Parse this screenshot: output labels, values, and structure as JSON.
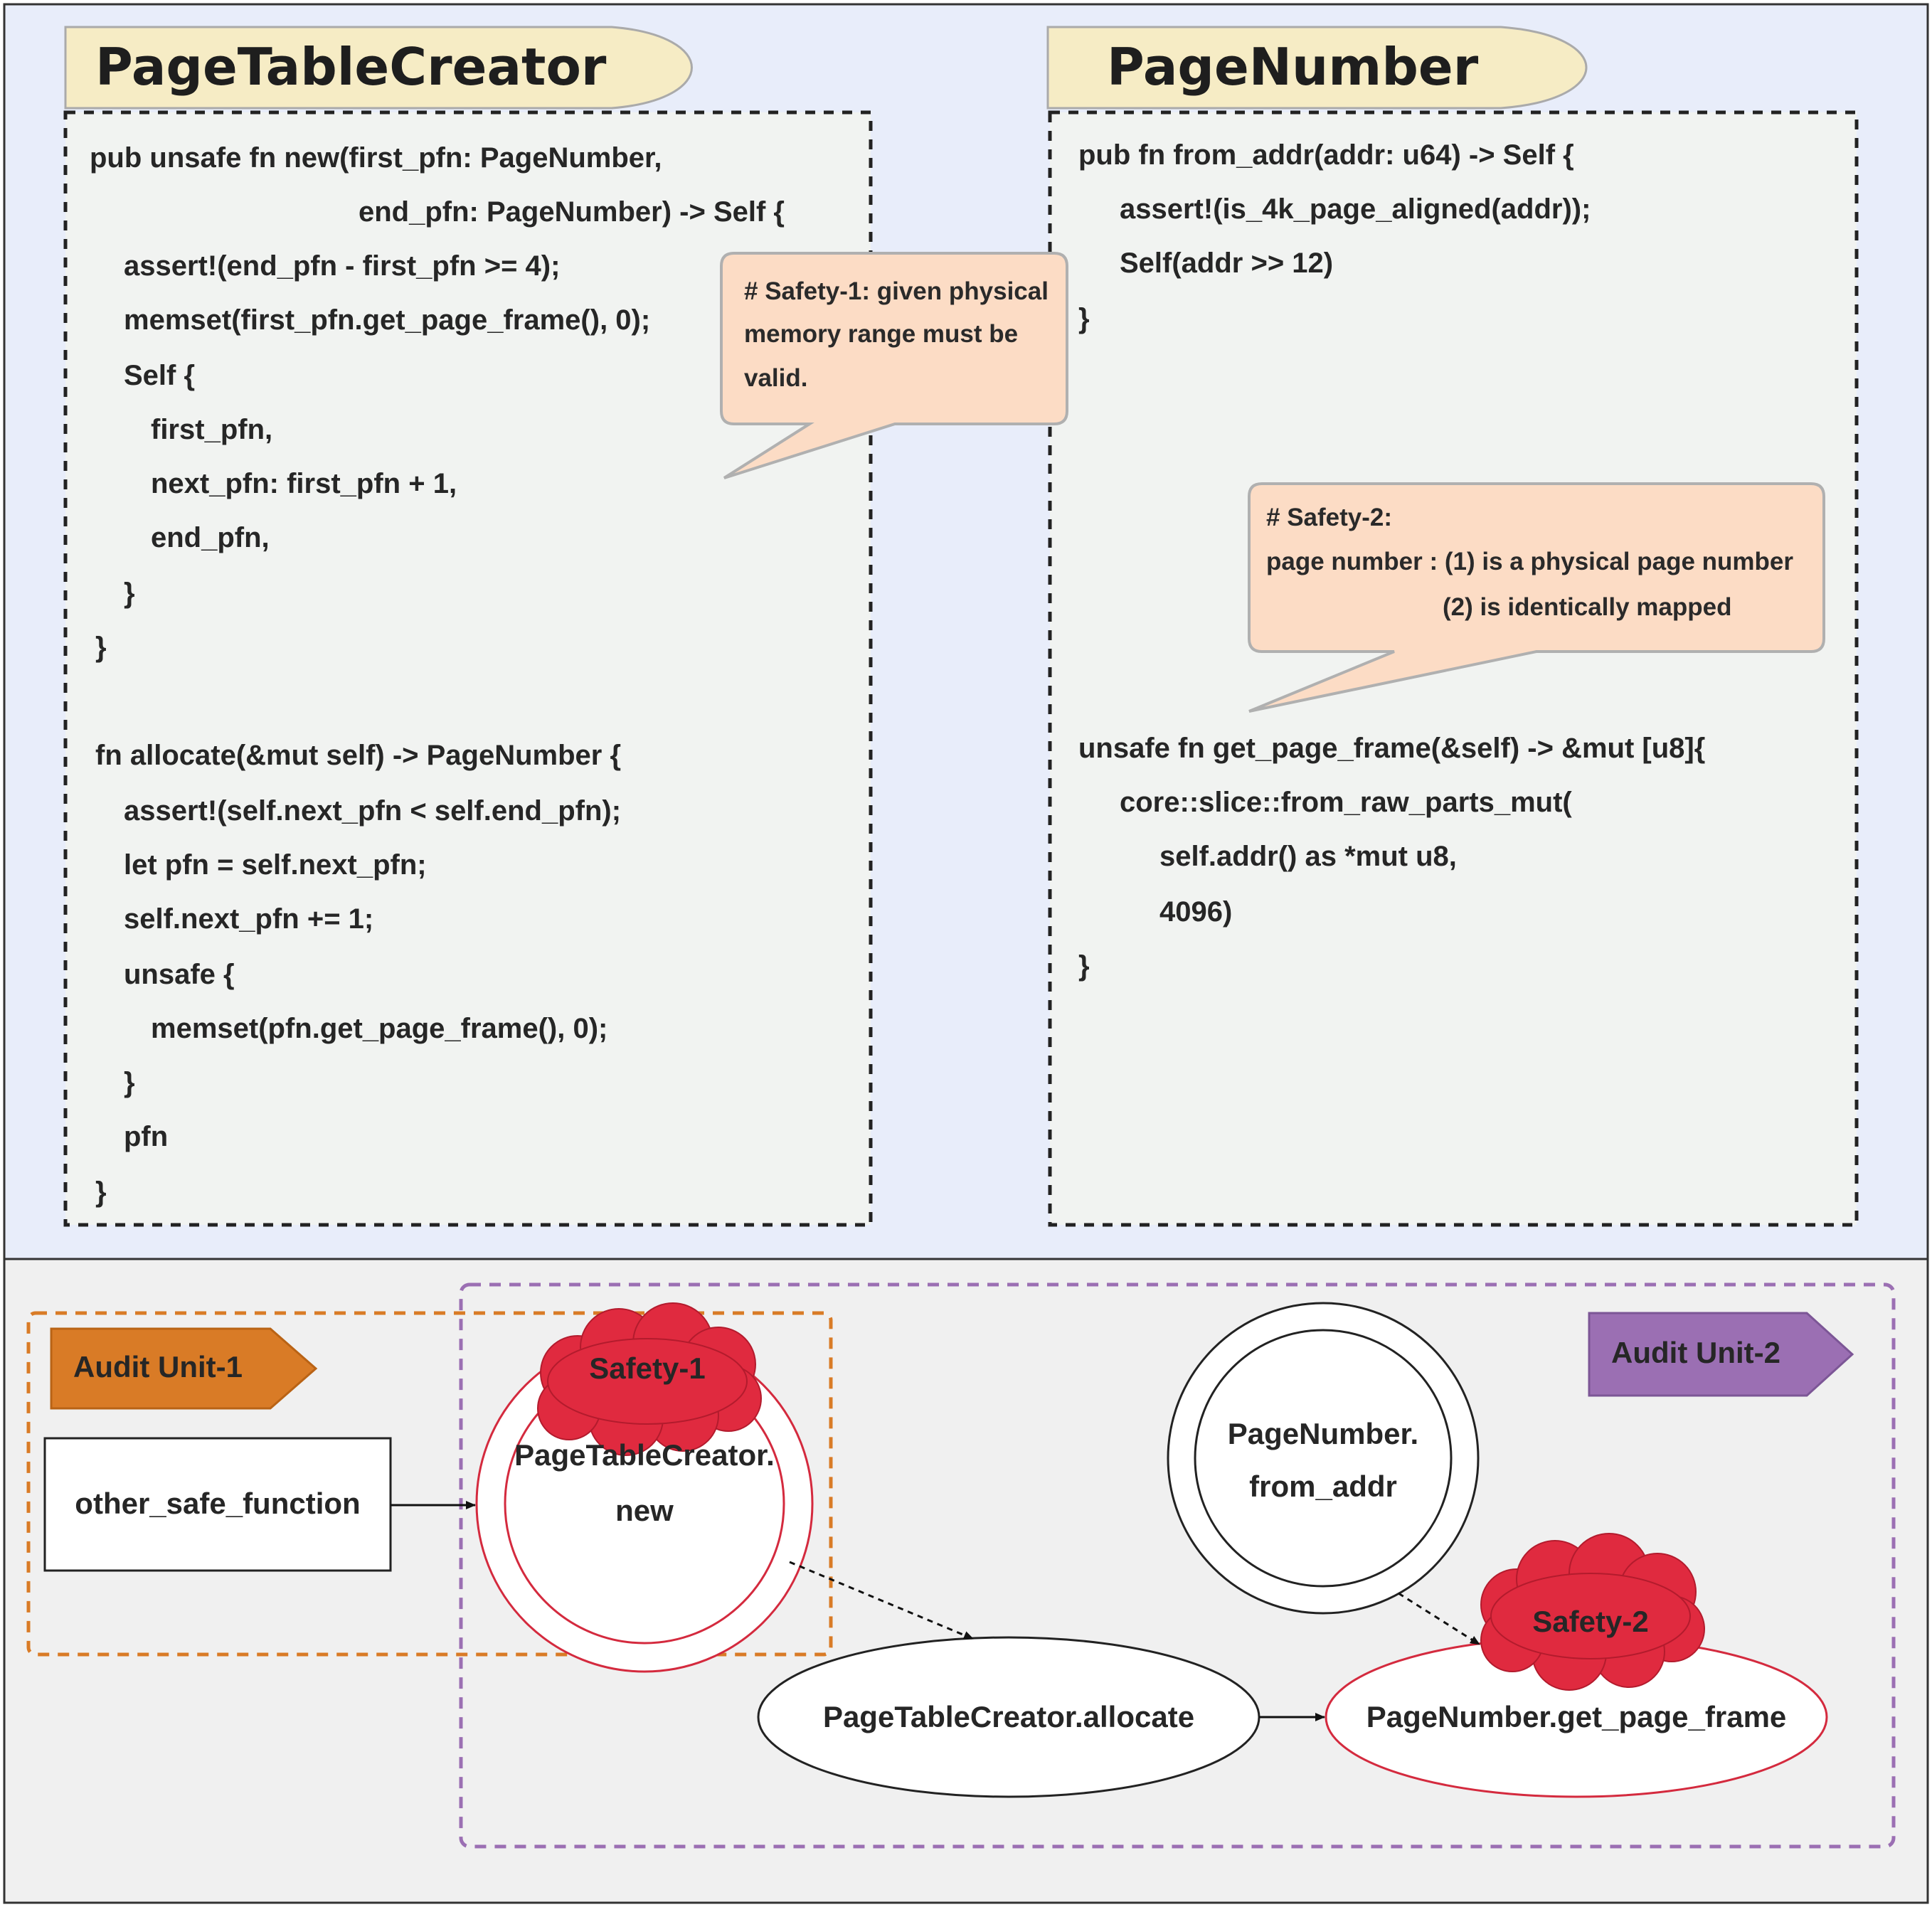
{
  "panels": {
    "left": {
      "title": "PageTableCreator",
      "code": [
        "pub unsafe fn new(first_pfn: PageNumber,",
        "end_pfn: PageNumber) -> Self {",
        "assert!(end_pfn - first_pfn >= 4);",
        "memset(first_pfn.get_page_frame(), 0);",
        "Self {",
        "first_pfn,",
        "next_pfn: first_pfn + 1,",
        "end_pfn,",
        "}",
        "}",
        "fn allocate(&mut self) -> PageNumber {",
        "assert!(self.next_pfn < self.end_pfn);",
        "let pfn = self.next_pfn;",
        "self.next_pfn += 1;",
        "unsafe {",
        "memset(pfn.get_page_frame(), 0);",
        "}",
        "pfn",
        "}"
      ],
      "note": [
        "# Safety-1: given physical",
        "memory range must be",
        "valid."
      ]
    },
    "right": {
      "title": "PageNumber",
      "code": [
        "pub fn from_addr(addr: u64) -> Self {",
        "assert!(is_4k_page_aligned(addr));",
        "Self(addr >> 12)",
        "}",
        "unsafe fn get_page_frame(&self) -> &mut [u8]{",
        "core::slice::from_raw_parts_mut(",
        "self.addr() as *mut u8,",
        "4096)",
        "}"
      ],
      "note": [
        "# Safety-2:",
        "page number : (1) is a physical page number",
        "(2) is identically mapped"
      ]
    }
  },
  "graph": {
    "audit_unit_1": "Audit Unit-1",
    "audit_unit_2": "Audit Unit-2",
    "other_safe_function": "other_safe_function",
    "new_node": [
      "PageTableCreator.",
      "new"
    ],
    "safety_1": "Safety-1",
    "from_addr_node": [
      "PageNumber.",
      "from_addr"
    ],
    "allocate_node": "PageTableCreator.allocate",
    "get_page_frame_node": "PageNumber.get_page_frame",
    "safety_2": "Safety-2"
  },
  "colors": {
    "top_bg": "#e8edfa",
    "bottom_bg": "#f0f0f0",
    "code_box_bg": "#f1f3f1",
    "title_tab": "#f6ecc5",
    "note_bg": "#fcdcc5",
    "audit1": "#d97b26",
    "audit2": "#9b6fb3",
    "safety_red": "#e02a3f"
  }
}
